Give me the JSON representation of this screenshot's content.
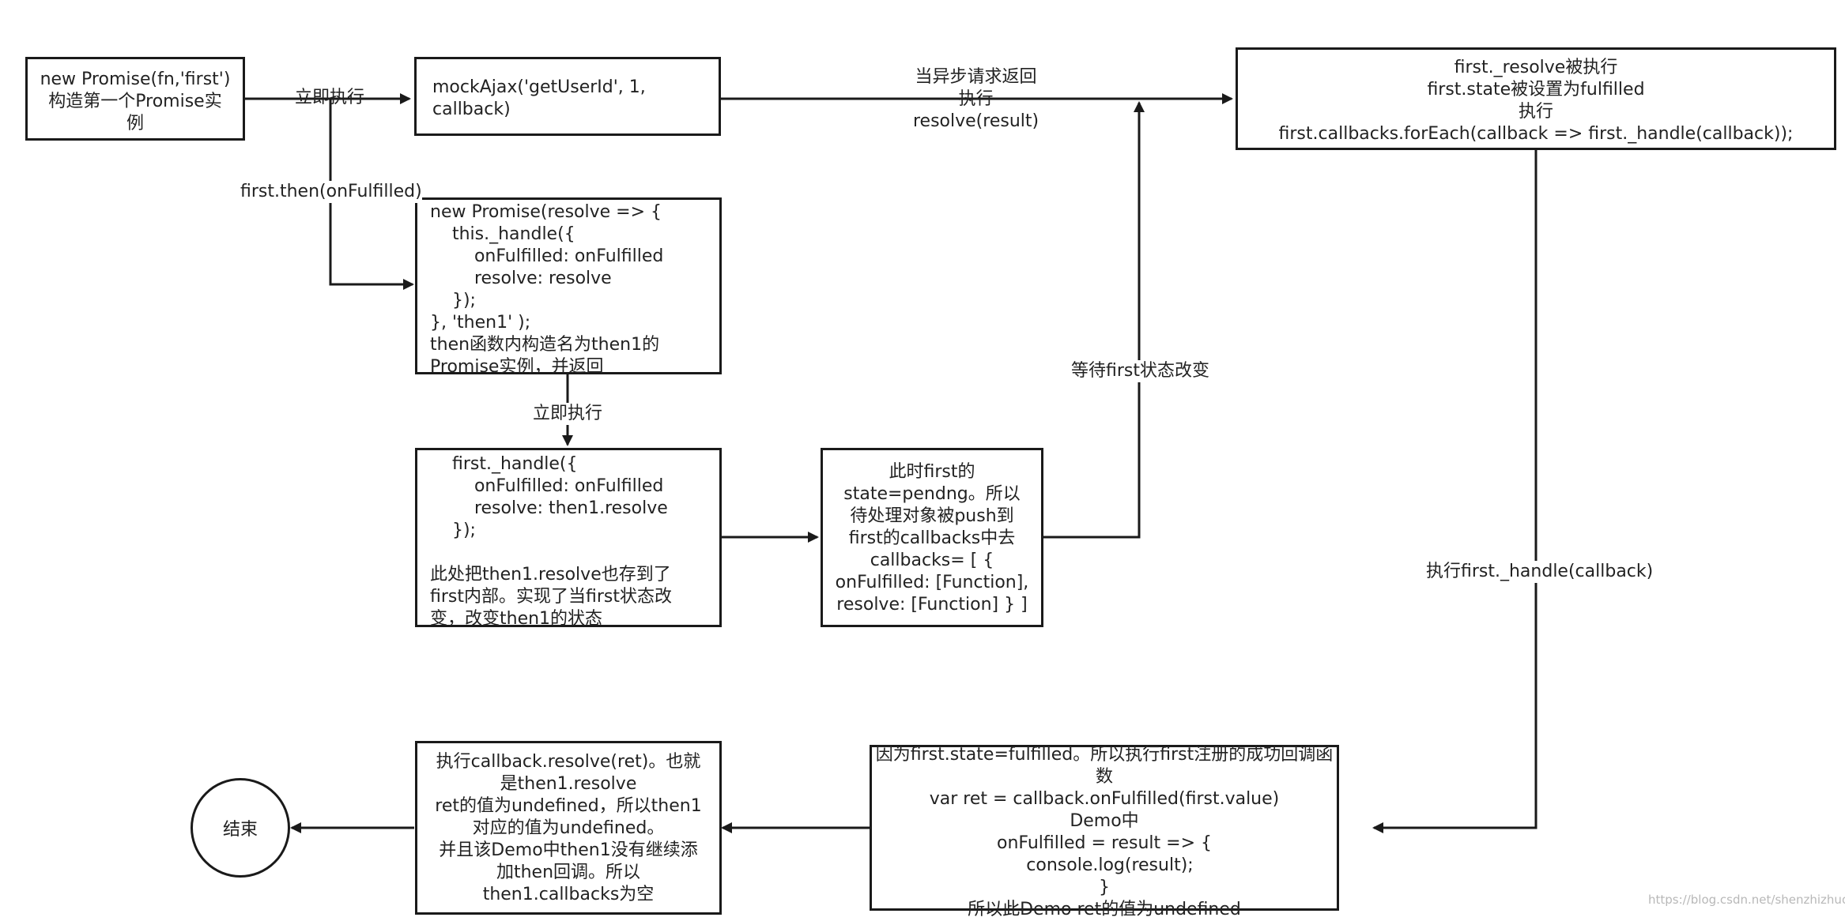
{
  "nodes": {
    "start": "new Promise(fn,'first')\n构造第一个Promise实\n例",
    "mock_ajax": "mockAjax('getUserId', 1,\ncallback)",
    "first_resolve": "first._resolve被执行\nfirst.state被设置为fulfilled\n执行\nfirst.callbacks.forEach(callback => first._handle(callback));",
    "then1": "new Promise(resolve => {\n    this._handle({\n        onFulfilled: onFulfilled\n        resolve: resolve\n    });\n}, 'then1' );\nthen函数内构造名为then1的\nPromise实例，并返回",
    "first_handle": "    first._handle({\n        onFulfilled: onFulfilled\n        resolve: then1.resolve\n    });\n\n此处把then1.resolve也存到了\nfirst内部。实现了当first状态改\n变，改变then1的状态",
    "pending": "此时first的\nstate=pendng。所以\n待处理对象被push到\nfirst的callbacks中去\ncallbacks= [ {\nonFulfilled: [Function],\nresolve: [Function] } ]",
    "fulfilled": "因为first.state=fulfilled。所以执行first注册的成功回调函\n数\nvar ret = callback.onFulfilled(first.value)\nDemo中\nonFulfilled = result => {\n  console.log(result);\n}\n所以此Demo ret的值为undefined",
    "callback_resolve": "执行callback.resolve(ret)。也就\n是then1.resolve\nret的值为undefined，所以then1\n对应的值为undefined。\n并且该Demo中then1没有继续添\n加then回调。所以\nthen1.callbacks为空",
    "end": "结束"
  },
  "edges": {
    "immediate_1": "立即执行",
    "first_then": "first.then(onFulfilled)",
    "async_return": "当异步请求返回\n执行\nresolve(result)",
    "immediate_2": "立即执行",
    "wait_state": "等待first状态改变",
    "exec_handle": "执行first._handle(callback)"
  },
  "watermark": "https://blog.csdn.net/shenzhizhuo...",
  "colors": {
    "stroke": "#1a1a1a",
    "text": "#222222"
  }
}
